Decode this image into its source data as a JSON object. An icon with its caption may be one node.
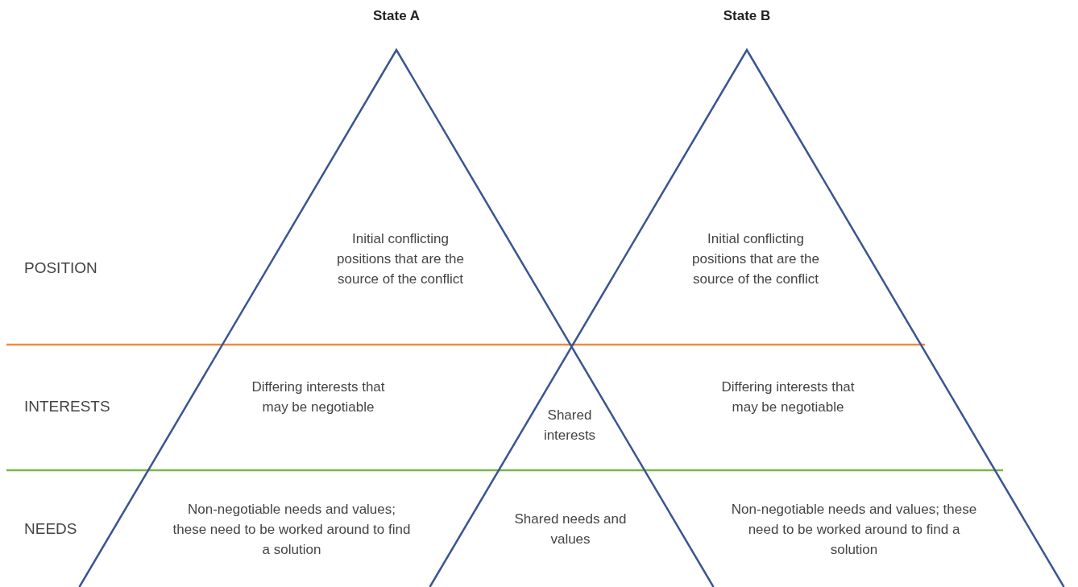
{
  "diagram": {
    "nodes": [
      {
        "text": [
          "State A"
        ]
      },
      {
        "text": [
          "State B"
        ]
      }
    ],
    "labels": [
      "POSITION",
      "Initial conflicting positions that are the source of the conflict",
      "Initial conflicting positions that are the source of the conflict",
      "INTERESTS",
      "Differing interests that may be negotiable",
      "Shared interests",
      "Differing interests that may be negotiable",
      "NEEDS",
      "Non-negotiable needs and values; these need to be worked around to find a solution",
      "Shared needs and values",
      "Non-negotiable needs and values; these need to be worked around to find a solution"
    ]
  }
}
